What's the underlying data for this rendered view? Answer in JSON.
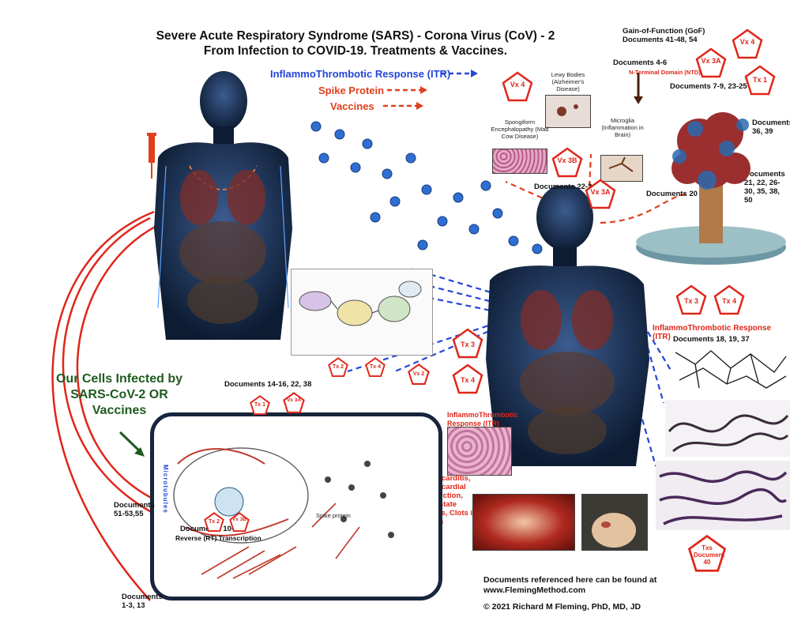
{
  "title": {
    "line1": "Severe Acute Respiratory Syndrome (SARS) - Corona Virus (CoV) - 2",
    "line2": "From Infection to COVID-19. Treatments & Vaccines."
  },
  "legend": {
    "itr": "InflammoThrombotic Response (ITR)",
    "spike": "Spike Protein",
    "vaccines": "Vaccines"
  },
  "spike_panel": {
    "gof_line1": "Gain-of-Function (GoF)",
    "gof_line2": "Documents 41-48, 54",
    "docs_4_6": "Documents 4-6",
    "ntd": "N-Terminal Domain (NTD)",
    "docs_7_9": "Documents 7-9, 23-25",
    "docs_36": "Documents 36, 39",
    "docs_21": "Documents 21, 22, 26-30, 35, 38, 50",
    "docs_20": "Documents 20"
  },
  "brain_panel": {
    "lewy": "Lewy Bodies (Alzheimer's Disease)",
    "spongiform": "Spongiform Encephalopathy (Mad Cow Disease)",
    "microglia": "Microglia (Inflammation in Brain)",
    "docs": "Documents 22-34, 49"
  },
  "right_panel": {
    "itr_title": "InflammoThrombotic Response (ITR)",
    "docs": "Documents 18, 19, 37"
  },
  "itr_small": "InflammoThrombotic Response (ITR)",
  "myocarditis": "Myocarditis, Myocardial Infarction, Prostate Clots, Clots in Toes",
  "cells_title": "Our Cells Infected by SARS-CoV-2 OR Vaccines",
  "cell_docs": {
    "docs_14": "Documents 14-16, 22, 38",
    "docs_51": "Documents 51-53,55",
    "docs_1": "Documents 1-3, 13",
    "docs_10": "Documents 10-13",
    "reverse": "Reverse (RT) Transcription",
    "microtubules": "Microtubules",
    "spike_protein": "Spike protein"
  },
  "footer": {
    "found": "Documents referenced here can be found at",
    "url": "www.FlemingMethod.com",
    "copyright": "© 2021 Richard M Fleming, PhD, MD, JD"
  },
  "badges": {
    "vx4_top": "Vx 4",
    "vx3a_top": "Vx 3A",
    "tx1_top": "Tx 1",
    "vx4_brain": "Vx 4",
    "vx3b_brain": "Vx 3B",
    "vx3a_brain": "Vx 3A",
    "tx3_right": "Tx 3",
    "tx4_right": "Tx 4",
    "tx3_mid": "Tx 3",
    "tx4_mid": "Tx 4",
    "tx2_cell": "Tx 2",
    "tx4_cell": "Tx 4",
    "vx2_cell": "Vx 2",
    "tx1_cell": "Tx 1",
    "vx3a_cell": "Vx 3A",
    "tx2_bottom": "Tx 2",
    "vx3b_bottom": "Vx 3B",
    "txs_doc40": "Txs Document 40"
  },
  "colors": {
    "itr_arrow": "#2446d8",
    "spike_arrow": "#e0401c",
    "badge": "#e0261a",
    "cells_title": "#1f5a1f",
    "body_dark": "#0d1c33"
  }
}
